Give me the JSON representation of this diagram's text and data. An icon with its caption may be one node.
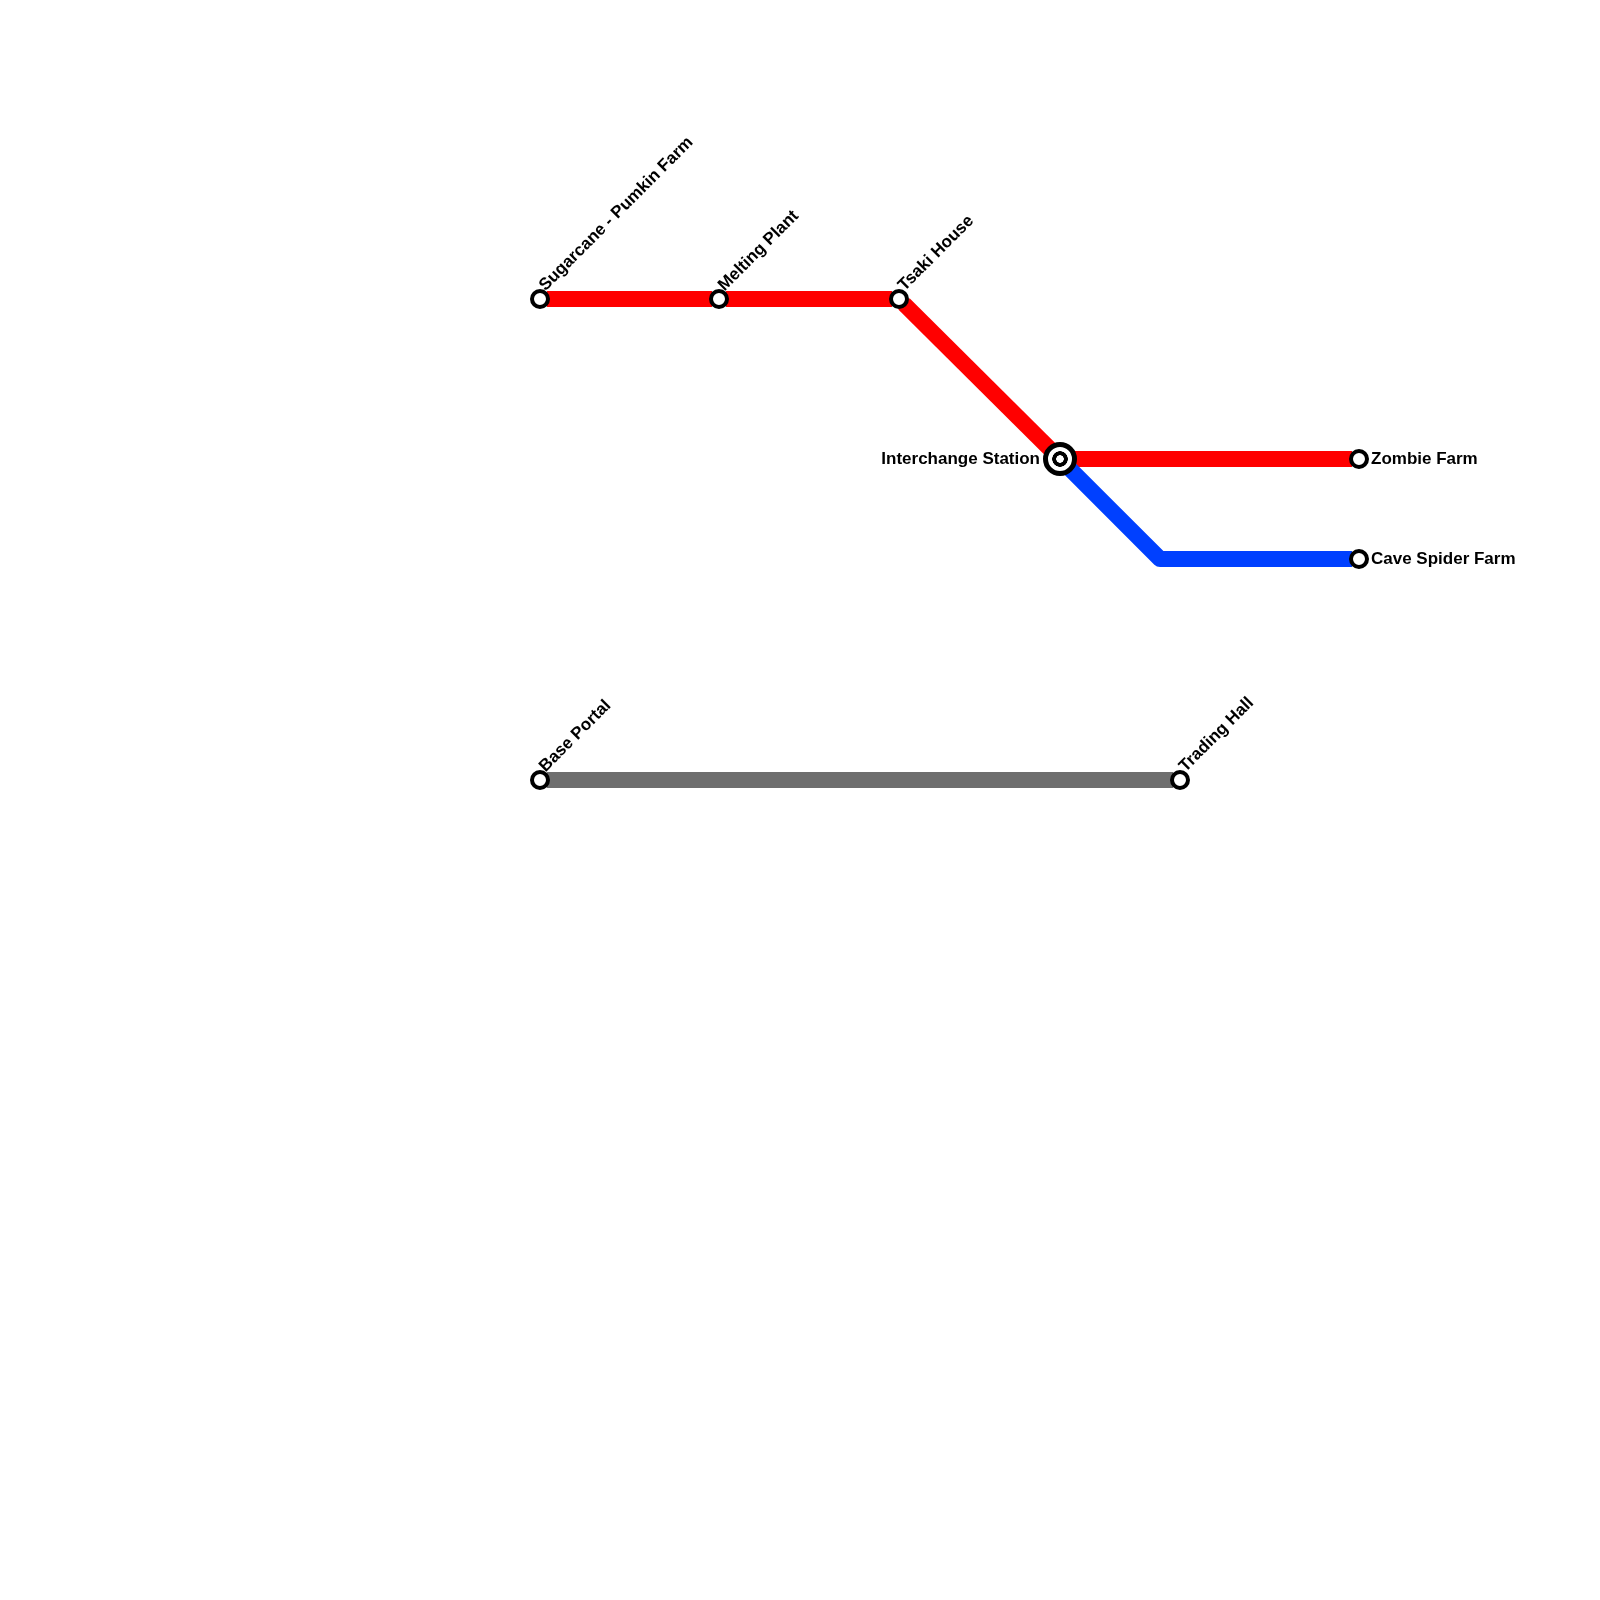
{
  "diagram": {
    "nodes": [
      {
        "text": [
          "Sugarcane - Pumkin Farm"
        ]
      },
      {
        "text": [
          "Melting Plant"
        ]
      },
      {
        "text": [
          "Tsaki House"
        ]
      },
      {
        "text": [
          "Interchange Station"
        ]
      },
      {
        "text": [
          "Zombie Farm"
        ]
      },
      {
        "text": [
          "Cave Spider Farm"
        ]
      },
      {
        "text": [
          "Base Portal"
        ]
      },
      {
        "text": [
          "Trading Hall"
        ]
      }
    ],
    "edges": [
      {
        "from": 0,
        "to": 1,
        "arrow": "none"
      },
      {
        "from": 1,
        "to": 2,
        "arrow": "none"
      },
      {
        "from": 2,
        "to": 3,
        "arrow": "none"
      },
      {
        "from": 3,
        "to": 4,
        "arrow": "none"
      },
      {
        "from": 3,
        "to": 5,
        "arrow": "none",
        "color": "#0040ff"
      },
      {
        "from": 6,
        "to": 7,
        "arrow": "none",
        "color": "#6e6e6e"
      }
    ]
  }
}
